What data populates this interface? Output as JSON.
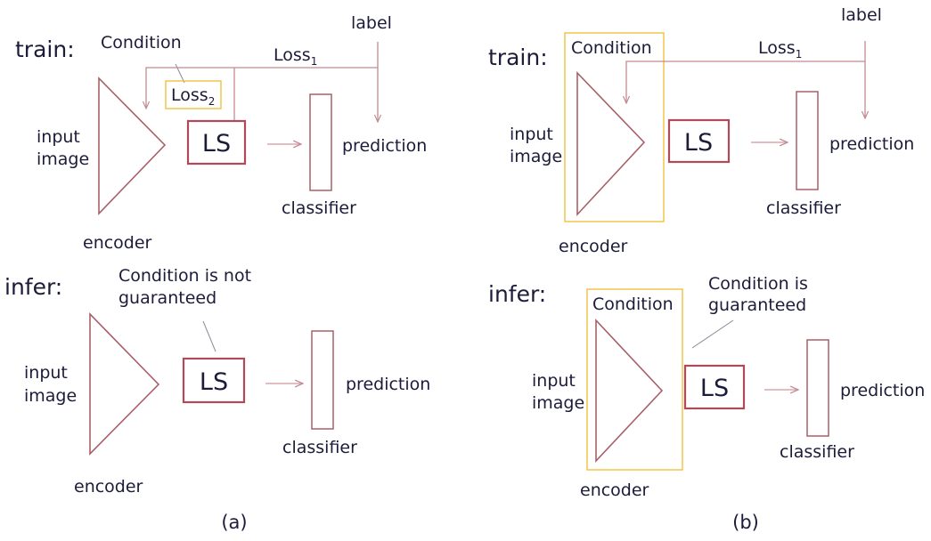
{
  "panel_a": {
    "train_label": "train:",
    "infer_label": "infer:",
    "caption": "(a)",
    "train": {
      "condition": "Condition",
      "loss1": "Loss",
      "loss1_sub": "1",
      "loss2": "Loss",
      "loss2_sub": "2",
      "label": "label",
      "input_line1": "input",
      "input_line2": "image",
      "ls": "LS",
      "prediction": "prediction",
      "classifier": "classifier",
      "encoder": "encoder"
    },
    "infer": {
      "note_line1": "Condition is not",
      "note_line2": "guaranteed",
      "input_line1": "input",
      "input_line2": "image",
      "ls": "LS",
      "prediction": "prediction",
      "classifier": "classifier",
      "encoder": "encoder"
    }
  },
  "panel_b": {
    "train_label": "train:",
    "infer_label": "infer:",
    "caption": "(b)",
    "train": {
      "condition": "Condition",
      "loss1": "Loss",
      "loss1_sub": "1",
      "label": "label",
      "input_line1": "input",
      "input_line2": "image",
      "ls": "LS",
      "prediction": "prediction",
      "classifier": "classifier",
      "encoder": "encoder"
    },
    "infer": {
      "condition": "Condition",
      "note_line1": "Condition is",
      "note_line2": "guaranteed",
      "input_line1": "input",
      "input_line2": "image",
      "ls": "LS",
      "prediction": "prediction",
      "classifier": "classifier",
      "encoder": "encoder"
    }
  },
  "colors": {
    "encoder": "#a86068",
    "ls_box": "#b04a5a",
    "arrow": "#d9a7ad",
    "condition_box": "#f0c040",
    "text": "#1c1c3a"
  }
}
